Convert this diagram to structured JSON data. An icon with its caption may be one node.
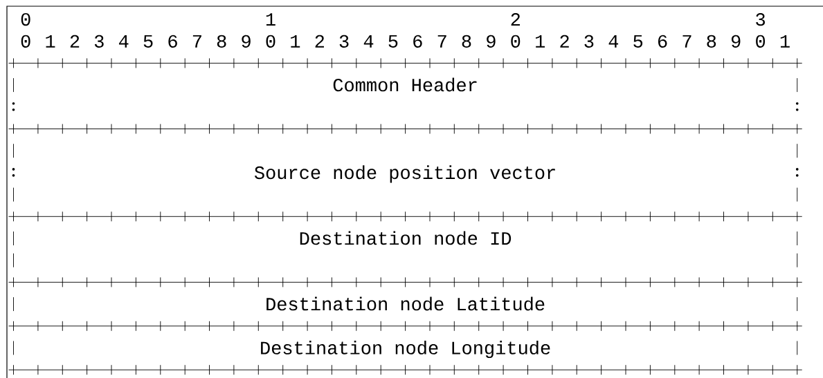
{
  "diagram": {
    "nodes": [
      {
        "text": [
          "Common Header"
        ]
      },
      {
        "text": [
          "Source node position vector"
        ]
      },
      {
        "text": [
          "Destination node ID"
        ]
      },
      {
        "text": [
          "Destination node Latitude"
        ]
      },
      {
        "text": [
          "Destination node Longitude"
        ]
      }
    ],
    "labels": [
      "0",
      "1",
      "2",
      "3",
      "0",
      "1",
      "2",
      "3",
      "4",
      "5",
      "6",
      "7",
      "8",
      "9",
      "0",
      "1",
      "2",
      "3",
      "4",
      "5",
      "6",
      "7",
      "8",
      "9",
      "0",
      "1",
      "2",
      "3",
      "4",
      "5",
      "6",
      "7",
      "8",
      "9",
      "0",
      "1"
    ]
  }
}
